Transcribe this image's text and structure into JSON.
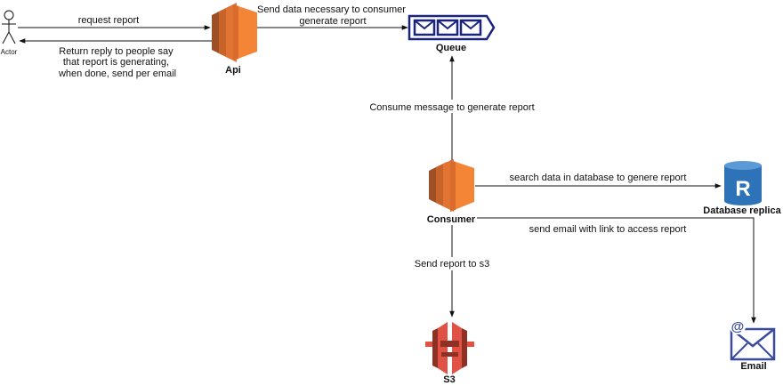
{
  "nodes": {
    "actor": "Actor",
    "api": "Api",
    "queue": "Queue",
    "consumer": "Consumer",
    "database": "Database replica",
    "s3": "S3",
    "email": "Email"
  },
  "edges": {
    "request": "request report",
    "reply": [
      "Return reply to people say",
      "that report is generating,",
      "when done, send per email"
    ],
    "send_data": [
      "Send data necessary to consumer",
      "generate report"
    ],
    "consume": "Consume message to generate report",
    "search_db": "search data in database to genere report",
    "send_email": "send email with link to access report",
    "send_s3": "Send report to s3"
  },
  "colors": {
    "compute_orange": "#f58536",
    "compute_dark": "#9d5025",
    "queue_blue": "#1a237e",
    "db_blue": "#2e73b8",
    "s3_red": "#e05243",
    "s3_dark": "#8c3123",
    "email_blue": "#3b4ba0"
  }
}
